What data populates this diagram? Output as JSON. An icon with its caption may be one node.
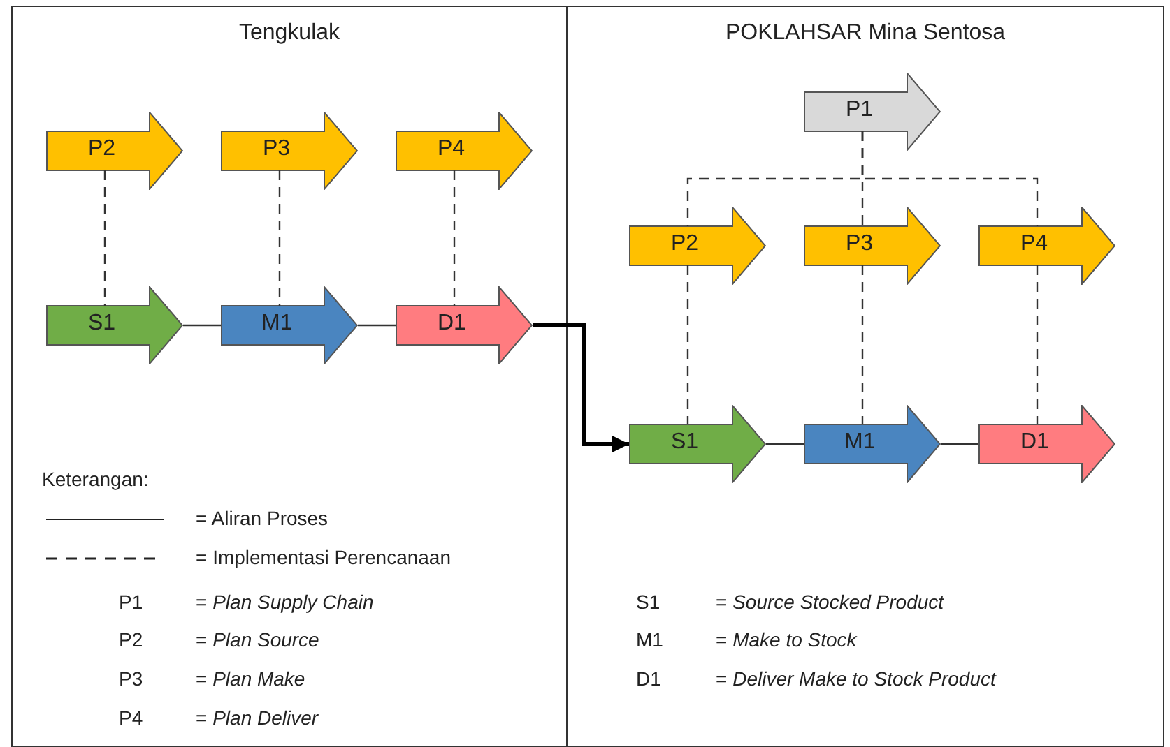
{
  "diagram": {
    "nodes": [
      {
        "text": [
          "Tengkulak"
        ]
      },
      {
        "text": [
          "POKLAHSAR Mina Sentosa"
        ]
      },
      {
        "text": [
          "P2"
        ],
        "in": 0
      },
      {
        "text": [
          "P3"
        ],
        "in": 0
      },
      {
        "text": [
          "P4"
        ],
        "in": 0
      },
      {
        "text": [
          "S1"
        ],
        "in": 0
      },
      {
        "text": [
          "M1"
        ],
        "in": 0
      },
      {
        "text": [
          "D1"
        ],
        "in": 0
      },
      {
        "text": [
          "P1"
        ],
        "in": 1
      },
      {
        "text": [
          "P2"
        ],
        "in": 1
      },
      {
        "text": [
          "P3"
        ],
        "in": 1
      },
      {
        "text": [
          "P4"
        ],
        "in": 1
      },
      {
        "text": [
          "S1"
        ],
        "in": 1
      },
      {
        "text": [
          "M1"
        ],
        "in": 1
      },
      {
        "text": [
          "D1"
        ],
        "in": 1
      }
    ],
    "edges": [
      {
        "from": 2,
        "to": 5,
        "arrow": "none",
        "style": "dashed"
      },
      {
        "from": 3,
        "to": 6,
        "arrow": "none",
        "style": "dashed"
      },
      {
        "from": 4,
        "to": 7,
        "arrow": "none",
        "style": "dashed"
      },
      {
        "from": 5,
        "to": 6,
        "arrow": "none"
      },
      {
        "from": 6,
        "to": 7,
        "arrow": "none"
      },
      {
        "from": 7,
        "to": 12,
        "arrow": "to",
        "style": "thick"
      },
      {
        "from": 8,
        "to": 9,
        "arrow": "none",
        "style": "dashed"
      },
      {
        "from": 8,
        "to": 10,
        "arrow": "none",
        "style": "dashed"
      },
      {
        "from": 8,
        "to": 11,
        "arrow": "none",
        "style": "dashed"
      },
      {
        "from": 9,
        "to": 12,
        "arrow": "none",
        "style": "dashed"
      },
      {
        "from": 10,
        "to": 13,
        "arrow": "none",
        "style": "dashed"
      },
      {
        "from": 11,
        "to": 14,
        "arrow": "none",
        "style": "dashed"
      },
      {
        "from": 12,
        "to": 13,
        "arrow": "none"
      },
      {
        "from": 13,
        "to": 14,
        "arrow": "none"
      }
    ],
    "labels": [
      "Keterangan:",
      "P1",
      "= *Plan Supply Chain*",
      "S1",
      "= *Source Stocked Product*",
      "P2",
      "= *Plan Source*",
      "M1",
      "= *Make to Stock*",
      "P3",
      "= *Plan Make*",
      "D1",
      "= *Deliver Make to Stock Product*",
      "P4",
      "= *Plan Deliver*"
    ],
    "legend": [
      {
        "text": "= Aliran Proses"
      },
      {
        "text": "= Implementasi Perencanaan"
      }
    ]
  }
}
